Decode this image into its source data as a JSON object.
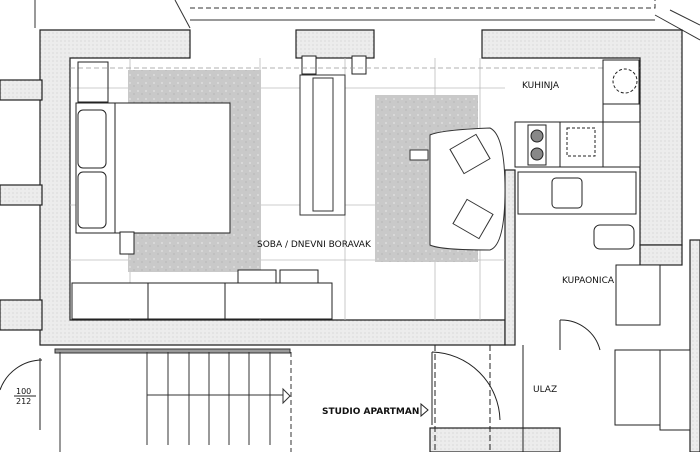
{
  "rooms": {
    "kitchen": "KUHINJA",
    "living": "SOBA / DNEVNI BORAVAK",
    "bathroom": "KUPAONICA",
    "entrance": "ULAZ",
    "apartment": "STUDIO APARTMAN"
  },
  "door_tag": {
    "width": "100",
    "height": "212"
  },
  "colors": {
    "wall": "#e6e6e6",
    "rug": "#c8c8c8",
    "line": "#222222"
  }
}
